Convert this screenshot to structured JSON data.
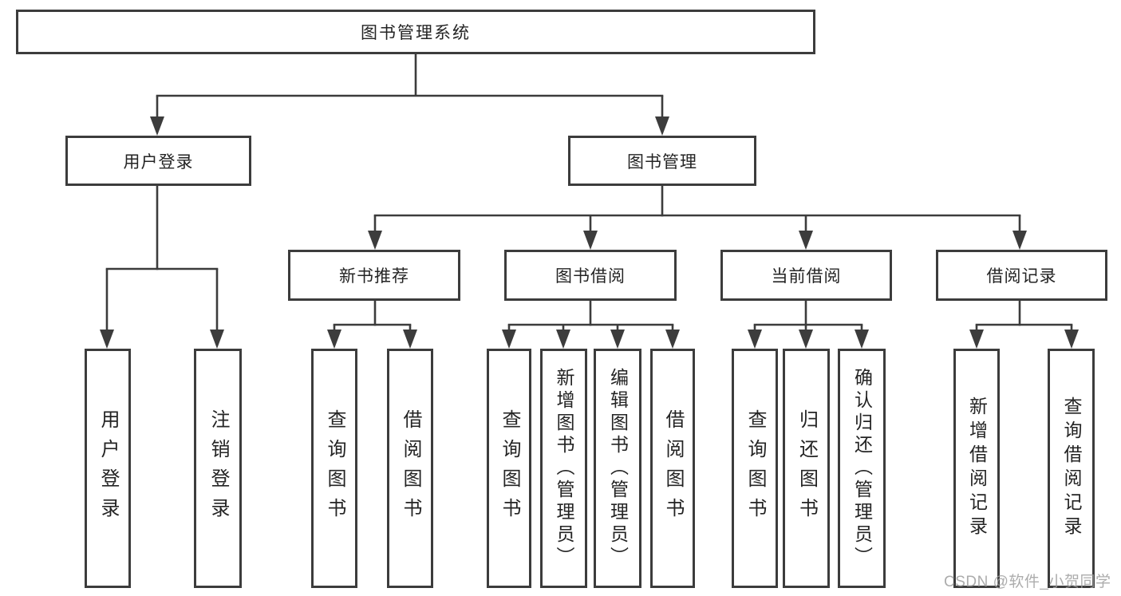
{
  "tree": {
    "label": "图书管理系统",
    "children": [
      {
        "label": "用户登录",
        "children": [
          {
            "label": "用户登录"
          },
          {
            "label": "注销登录"
          }
        ]
      },
      {
        "label": "图书管理",
        "children": [
          {
            "label": "新书推荐",
            "children": [
              {
                "label": "查询图书"
              },
              {
                "label": "借阅图书"
              }
            ]
          },
          {
            "label": "图书借阅",
            "children": [
              {
                "label": "查询图书"
              },
              {
                "label": "新增图书（管理员）"
              },
              {
                "label": "编辑图书（管理员）"
              },
              {
                "label": "借阅图书"
              }
            ]
          },
          {
            "label": "当前借阅",
            "children": [
              {
                "label": "查询图书"
              },
              {
                "label": "归还图书"
              },
              {
                "label": "确认归还（管理员）"
              }
            ]
          },
          {
            "label": "借阅记录",
            "children": [
              {
                "label": "新增借阅记录"
              },
              {
                "label": "查询借阅记录"
              }
            ]
          }
        ]
      }
    ]
  },
  "watermark": {
    "text": "CSDN @软件_小贺同学"
  },
  "colors": {
    "line": "#3c3c3c",
    "text": "#242424",
    "watermark": "#9e9e9e",
    "background": "#ffffff"
  }
}
